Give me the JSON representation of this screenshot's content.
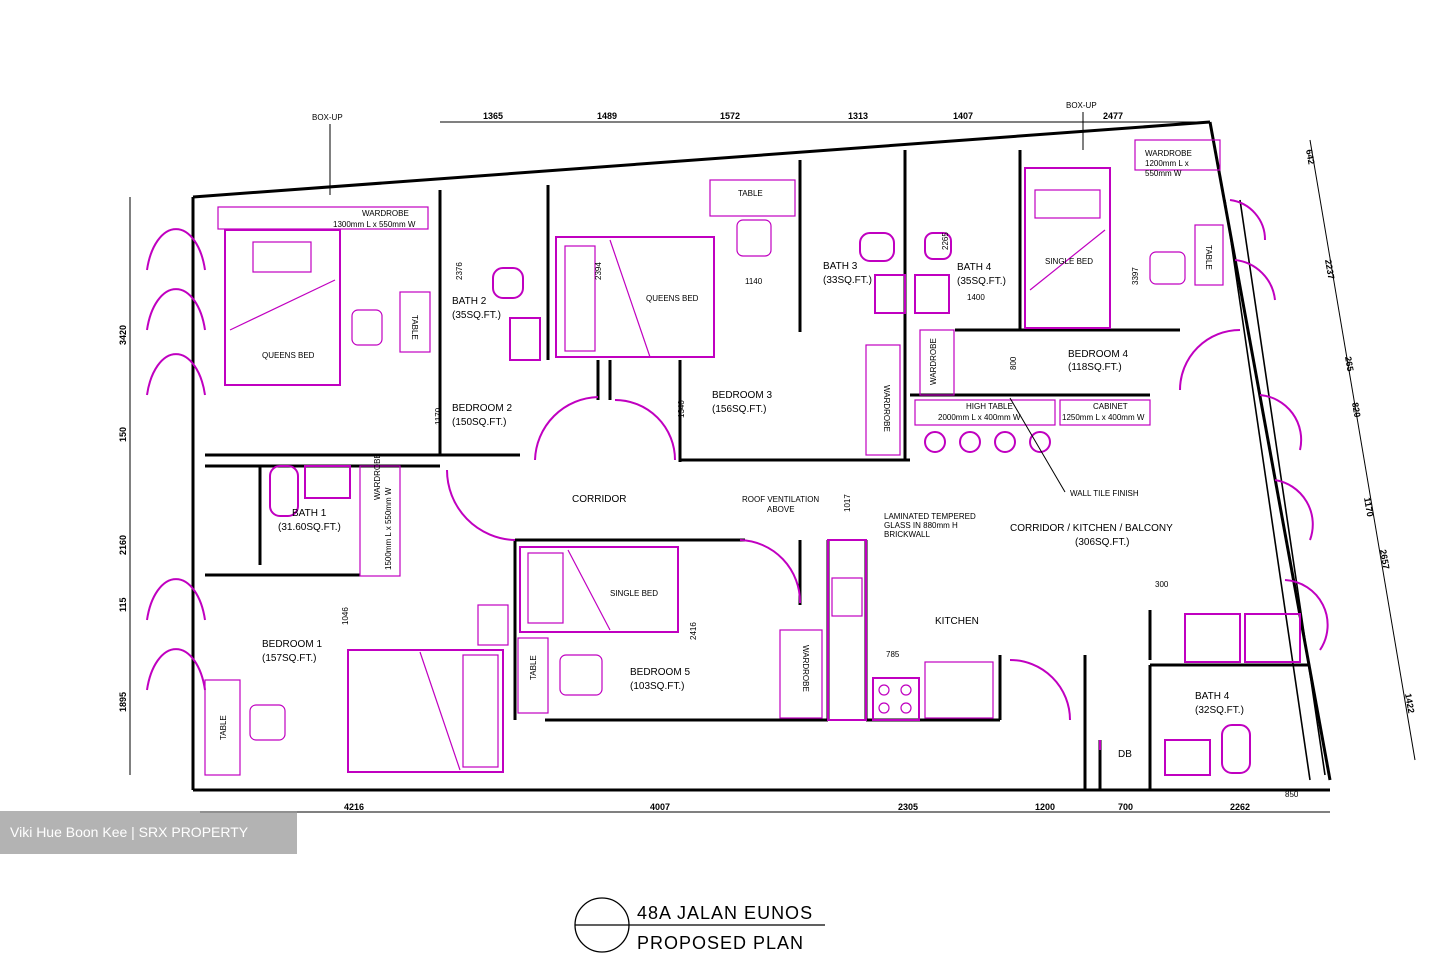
{
  "title": {
    "line1": "48A JALAN EUNOS",
    "line2": "PROPOSED PLAN"
  },
  "watermark": "Viki Hue Boon Kee | SRX PROPERTY",
  "rooms": {
    "bedroom1": {
      "name": "BEDROOM 1",
      "area": "(157SQ.FT.)"
    },
    "bedroom2": {
      "name": "BEDROOM 2",
      "area": "(150SQ.FT.)"
    },
    "bedroom3": {
      "name": "BEDROOM 3",
      "area": "(156SQ.FT.)"
    },
    "bedroom4": {
      "name": "BEDROOM 4",
      "area": "(118SQ.FT.)"
    },
    "bedroom5": {
      "name": "BEDROOM 5",
      "area": "(103SQ.FT.)"
    },
    "bath1": {
      "name": "BATH 1",
      "area": "(31.60SQ.FT.)"
    },
    "bath2": {
      "name": "BATH 2",
      "area": "(35SQ.FT.)"
    },
    "bath3": {
      "name": "BATH 3",
      "area": "(33SQ.FT.)"
    },
    "bath4a": {
      "name": "BATH 4",
      "area": "(35SQ.FT.)"
    },
    "bath4b": {
      "name": "BATH 4",
      "area": "(32SQ.FT.)"
    },
    "corridor": "CORRIDOR",
    "kitchen": "KITCHEN",
    "ckb": {
      "name": "CORRIDOR / KITCHEN / BALCONY",
      "area": "(306SQ.FT.)"
    },
    "db": "DB"
  },
  "furniture": {
    "queens_bed": "QUEENS BED",
    "single_bed": "SINGLE BED",
    "table": "TABLE",
    "wardrobe": "WARDROBE",
    "wardrobe_1300": "1300mm L x 550mm W",
    "wardrobe_1200_a": "1200mm L x",
    "wardrobe_1200_b": "550mm W",
    "wardrobe_1500": "1500mm L x 550mm W",
    "high_table": "HIGH TABLE",
    "high_table_size": "2000mm L x 400mm W",
    "cabinet": "CABINET",
    "cabinet_size": "1250mm L x 400mm W",
    "box_up": "BOX-UP"
  },
  "notes": {
    "roof_vent_a": "ROOF VENTILATION",
    "roof_vent_b": "ABOVE",
    "glass_a": "LAMINATED TEMPERED",
    "glass_b": "GLASS IN 880mm H",
    "glass_c": "BRICKWALL",
    "wall_tile": "WALL TILE FINISH"
  },
  "dims_top": [
    "1365",
    "1489",
    "1572",
    "1313",
    "1407",
    "2477"
  ],
  "dims_bottom": [
    "4216",
    "4007",
    "2305",
    "1200",
    "700",
    "2262"
  ],
  "dims_left": [
    "3420",
    "150",
    "2160",
    "115",
    "1895"
  ],
  "dims_right": [
    "642",
    "2237",
    "265",
    "820",
    "1170",
    "2657",
    "1422"
  ],
  "dims_misc": {
    "d2376": "2376",
    "d2394": "2394",
    "d1140": "1140",
    "d3397": "3397",
    "d1400": "1400",
    "d800": "800",
    "d1170": "1170",
    "d1340": "1340",
    "d1017": "1017",
    "d1046": "1046",
    "d2416": "2416",
    "d785": "785",
    "d300": "300",
    "d850": "850",
    "d2265": "2265"
  }
}
